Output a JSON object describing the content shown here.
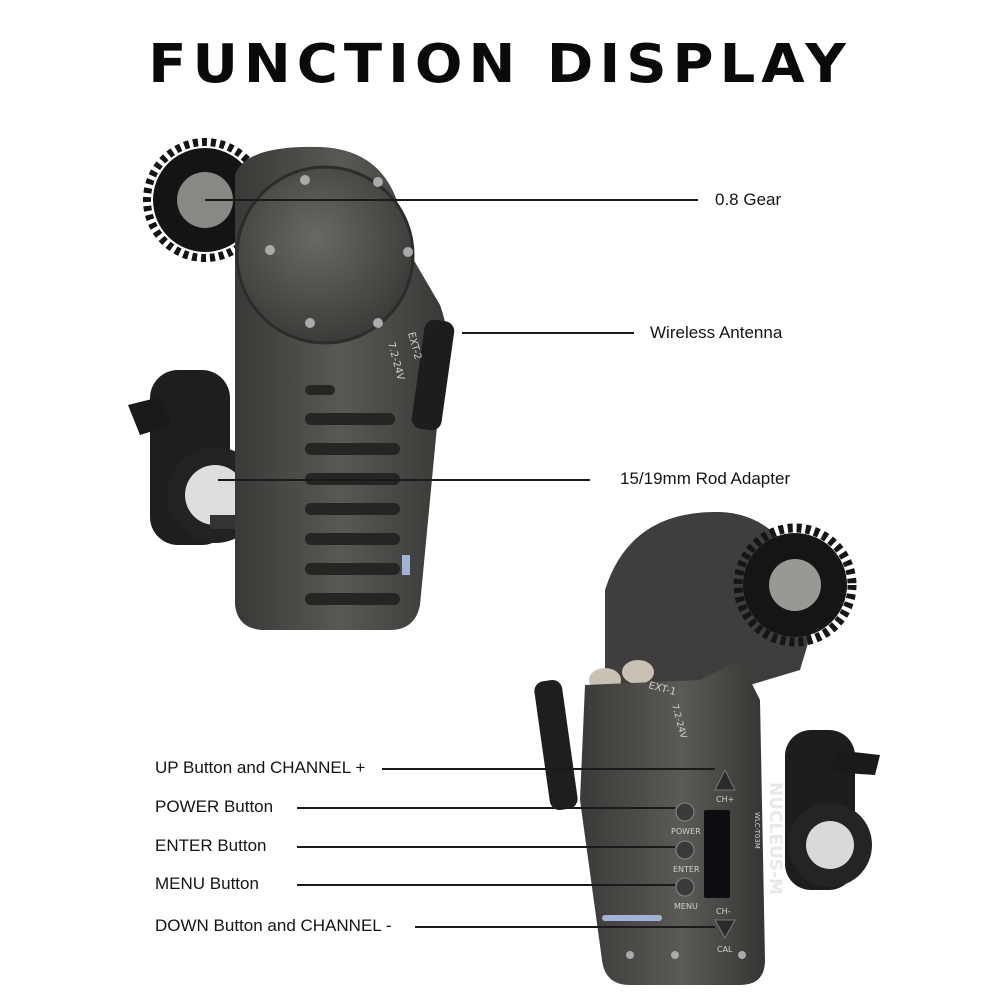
{
  "title": "FUNCTION DISPLAY",
  "callouts": {
    "gear": "0.8 Gear",
    "antenna": "Wireless Antenna",
    "rod_adapter": "15/19mm Rod Adapter",
    "up_button": "UP Button and CHANNEL +",
    "power_button": "POWER Button",
    "enter_button": "ENTER Button",
    "menu_button": "MENU Button",
    "down_button": "DOWN Button and CHANNEL -"
  },
  "device": {
    "brand": "NUCLEUS-M",
    "model": "WLC-T03M",
    "port_ext2": "EXT-2",
    "port_ext1": "EXT-1",
    "voltage": "7.2-24V",
    "ch_plus": "CH+",
    "ch_minus": "CH-",
    "power": "POWER",
    "enter": "ENTER",
    "menu": "MENU",
    "cal": "CAL"
  },
  "colors": {
    "body": "#4a4846",
    "body_dark": "#2e2d2c",
    "accent_blue": "#9fb4d6"
  }
}
